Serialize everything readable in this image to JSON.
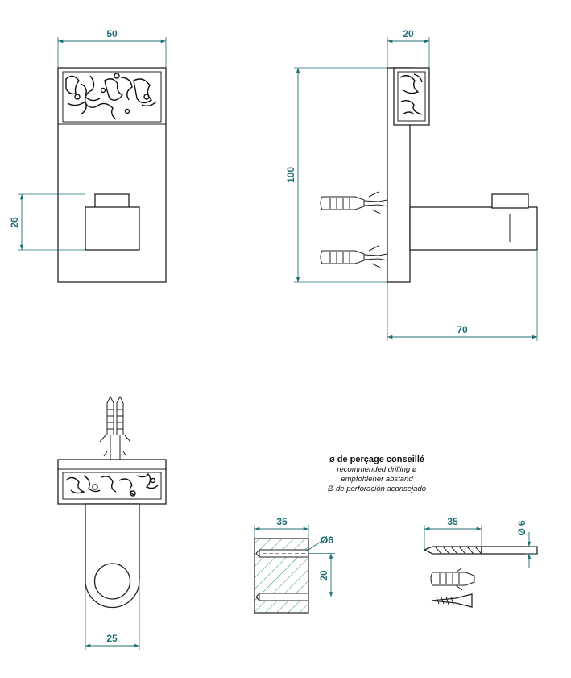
{
  "dimensions": {
    "front_width": "50",
    "front_hook_height": "26",
    "side_depth": "20",
    "side_height": "100",
    "side_projection": "70",
    "top_width": "25",
    "drill_depth": "35",
    "drill_spacing": "20",
    "drill_dia": "Ø6",
    "bit_length": "35",
    "bit_dia": "Ø 6"
  },
  "note": {
    "title": "ø de perçage conseillé",
    "line1": "recommended drilling ø",
    "line2": "empfohlener abstand",
    "line3": "Ø de perforación aconsejado"
  },
  "colors": {
    "dimension": "#1f6f74",
    "outline": "#222222"
  }
}
